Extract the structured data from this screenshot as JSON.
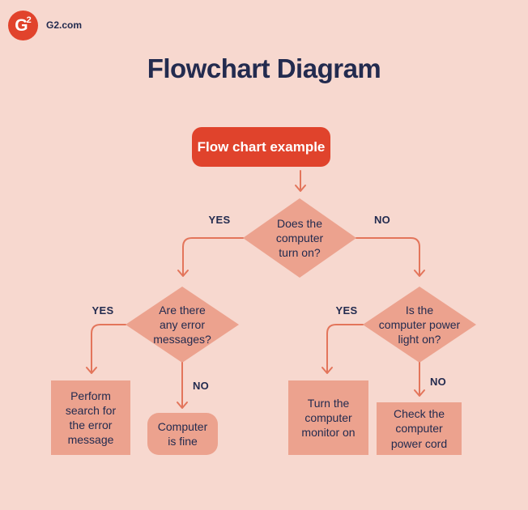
{
  "brand": {
    "name": "G2.com",
    "logo_letter": "G",
    "logo_sup": "2"
  },
  "title": "Flowchart Diagram",
  "flow": {
    "start": "Flow chart example",
    "decision_turn_on": "Does the\ncomputer\nturn on?",
    "decision_error_messages": "Are there\nany error\nmessages?",
    "decision_power_light": "Is the\ncomputer power\nlight on?",
    "outcome_search": "Perform\nsearch for\nthe error\nmessage",
    "outcome_fine": "Computer\nis fine",
    "outcome_monitor": "Turn the\ncomputer\nmonitor on",
    "outcome_cord": "Check the\ncomputer\npower cord",
    "labels": {
      "d1_yes": "YES",
      "d1_no": "NO",
      "d2_yes": "YES",
      "d2_no": "NO",
      "d3_yes": "YES",
      "d3_no": "NO"
    }
  },
  "colors": {
    "background": "#F7D8CF",
    "shape_fill": "#ECA28E",
    "accent_red": "#E0432C",
    "connector": "#E3755B",
    "text_navy": "#232B4F",
    "start_text": "#FFFFFF"
  }
}
